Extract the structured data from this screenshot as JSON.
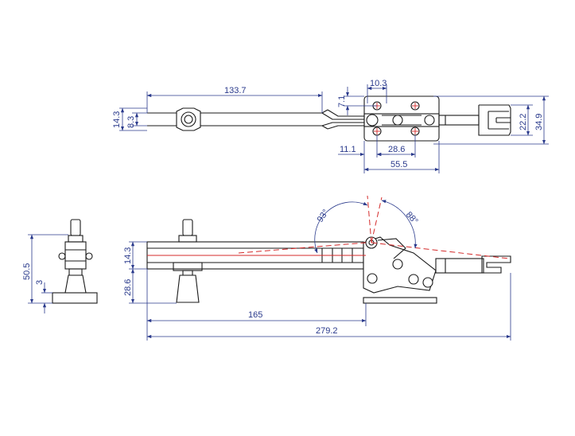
{
  "top_view": {
    "dims": {
      "handle_length": "133.7",
      "width_outer": "14.3",
      "width_inner": "8.3",
      "hole_spacing": "10.3",
      "offset": "7.1",
      "base_left": "11.1",
      "base_holes": "28.6",
      "base_width": "55.5",
      "jaw_inner": "22.2",
      "jaw_outer": "34.9"
    }
  },
  "side_view": {
    "dims": {
      "height_total": "50.5",
      "base_thk": "3",
      "bar_height": "14.3",
      "spindle_height": "28.6",
      "length_165": "165",
      "length_total": "279.2"
    },
    "angles": {
      "open_left": "93°",
      "open_right": "88°"
    }
  },
  "colors": {
    "dimension": "#2a3a8c",
    "centerline": "#d42a2a",
    "outline": "#1a1a1a"
  }
}
